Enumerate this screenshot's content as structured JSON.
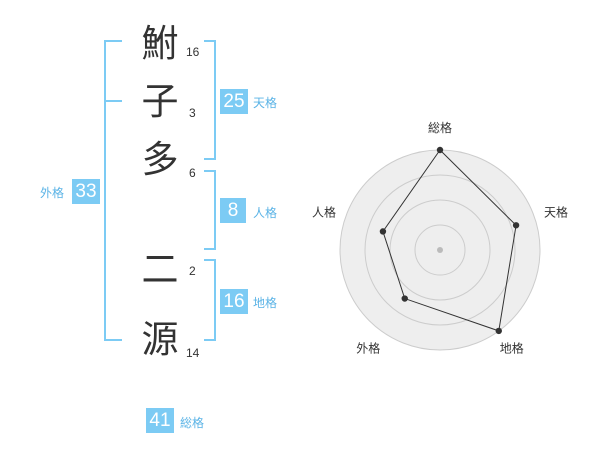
{
  "characters": [
    {
      "char": "鮒",
      "strokes": "16"
    },
    {
      "char": "子",
      "strokes": "3"
    },
    {
      "char": "多",
      "strokes": "6"
    },
    {
      "char": "二",
      "strokes": "2"
    },
    {
      "char": "源",
      "strokes": "14"
    }
  ],
  "fortunes": {
    "tenkaku": {
      "value": "25",
      "label": "天格"
    },
    "jinkaku": {
      "value": "8",
      "label": "人格"
    },
    "chikaku": {
      "value": "16",
      "label": "地格"
    },
    "gaikaku": {
      "value": "33",
      "label": "外格"
    },
    "soukaku": {
      "value": "41",
      "label": "総格"
    }
  },
  "chart_data": {
    "type": "radar",
    "axes": [
      "総格",
      "天格",
      "地格",
      "外格",
      "人格"
    ],
    "values": [
      5,
      4,
      5,
      3,
      3
    ],
    "max": 5,
    "rings": 4,
    "colors": {
      "fill": "#eeeeee",
      "line": "#333333",
      "grid": "#cccccc",
      "center": "#bbbbbb"
    }
  }
}
